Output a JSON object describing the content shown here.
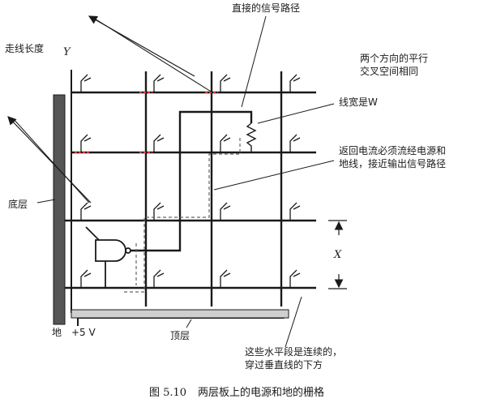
{
  "labels": {
    "direct_path": "直接的信号路径",
    "trace_length": "走线长度",
    "trace_length_var": "Y",
    "parallel_line1": "两个方向的平行",
    "parallel_line2": "交叉空间相同",
    "width": "线宽是W",
    "return_line1": "返回电流必须流经电源和",
    "return_line2": "地线，接近输出信号路径",
    "bottom_layer": "底层",
    "spacing_var": "X",
    "ground": "地",
    "vcc": "+5 V",
    "top_layer": "顶层",
    "note_line1": "这些水平段是连续的，",
    "note_line2": "穿过垂直线的下方"
  },
  "caption": {
    "number": "图 5.10",
    "text": "两层板上的电源和地的栅格"
  },
  "colors": {
    "line": "#1a1a1a",
    "ground_bar": "#555555",
    "highlight": "#d23a3a",
    "return_dash": "#666666"
  }
}
